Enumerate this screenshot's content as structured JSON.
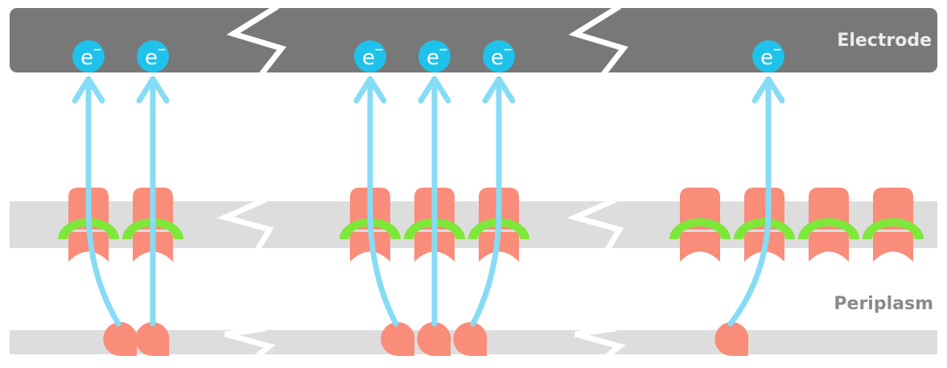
{
  "labels": {
    "electrode": "Electrode",
    "periplasm": "Periplasm"
  },
  "electron": {
    "symbol": "e",
    "charge": "−"
  },
  "colors": {
    "electrode": "#787878",
    "membrane": "#dddddd",
    "electron": "#1ec2ea",
    "arrow": "#86dcf5",
    "protein": "#fa8c7a",
    "green_ring": "#7de83a"
  }
}
